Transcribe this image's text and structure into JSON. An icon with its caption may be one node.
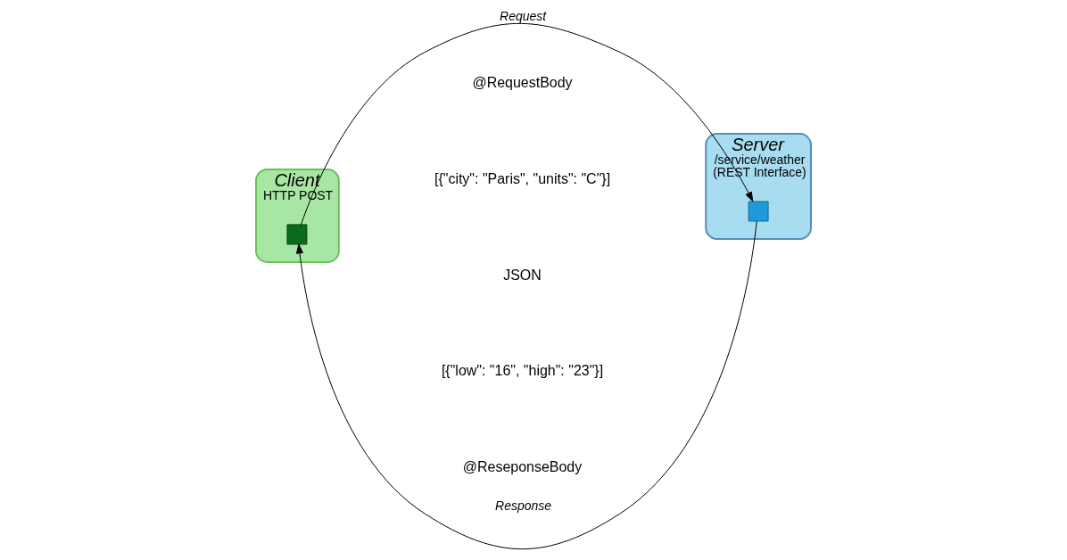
{
  "diagram": {
    "nodes": [
      {
        "text": [
          "Client",
          "HTTP POST"
        ]
      },
      {
        "text": [],
        "shape": "box",
        "in": 0
      },
      {
        "text": [
          "Server",
          "/service/weather",
          "(REST Interface)"
        ]
      },
      {
        "text": [],
        "shape": "box",
        "in": 2
      }
    ],
    "edges": [
      {
        "from": 1,
        "to": 3,
        "arrow": "to",
        "label": "Request"
      },
      {
        "from": 3,
        "to": 1,
        "arrow": "to",
        "label": "Response"
      }
    ],
    "labels": [
      "@RequestBody",
      "[{\"city\": \"Paris\", \"units\": \"C\"}]",
      "JSON",
      "[{\"low\": \"16\", \"high\": \"23\"}]",
      "@ReseponseBody"
    ]
  }
}
